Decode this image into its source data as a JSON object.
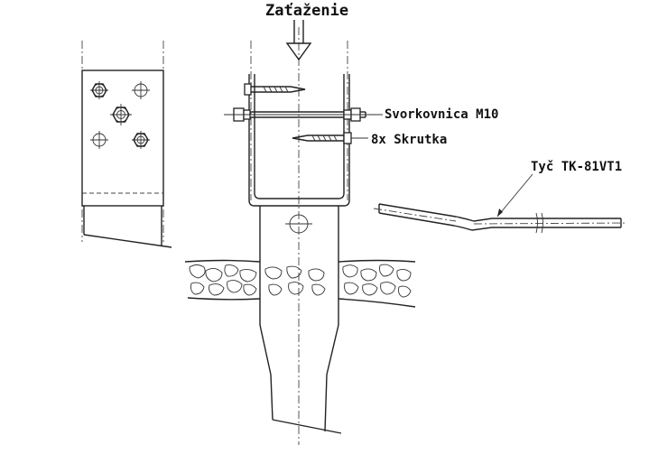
{
  "labels": {
    "load": "Zaťaženie",
    "clamp": "Svorkovnica M10",
    "screws": "8x Skrutka",
    "rod": "Tyč TK-81VT1"
  }
}
